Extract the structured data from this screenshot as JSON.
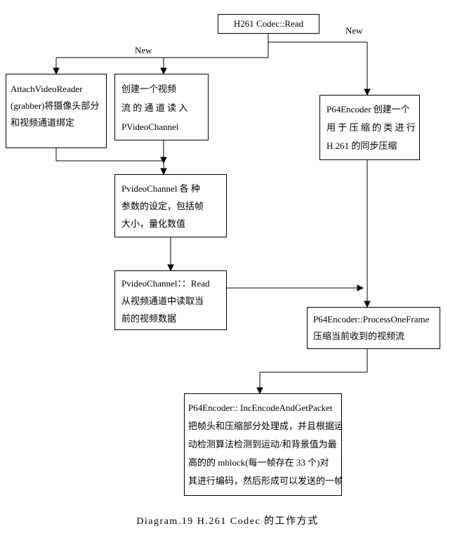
{
  "diagram": {
    "caption": "Diagram.19 H.261 Codec 的工作方式",
    "labels": {
      "new_top_right": "New",
      "new_left": "New"
    },
    "nodes": {
      "read": {
        "lines": [
          "H261 Codec::Read"
        ]
      },
      "attach": {
        "lines": [
          "AttachVideoReader",
          "(grabber)将摄像头部分",
          "和视频通道绑定"
        ]
      },
      "create_channel": {
        "lines": [
          "创建一个视频",
          "流 的 通 道 读 入",
          "PVideoChannel"
        ]
      },
      "p64_create": {
        "lines": [
          "P64Encoder 创建一个",
          "用 于 压 缩 的 类 进 行",
          "H.261 的同步压缩"
        ]
      },
      "channel_params": {
        "lines": [
          "PvideoChannel 各 种",
          "参数的设定，包括帧",
          "大小，量化数值"
        ]
      },
      "channel_read": {
        "lines": [
          "PvideoChannel：：Read",
          "从视频通道中读取当",
          "前的视频数据"
        ]
      },
      "process_frame": {
        "lines": [
          "P64Encoder::ProcessOneFrame",
          "压缩当前收到的视频流"
        ]
      },
      "inc_encode": {
        "lines": [
          "P64Encoder:: IncEncodeAndGetPacket",
          "把帧头和压缩部分处理成，并且根据运",
          "动检测算法检测到运动/和背景值为最",
          "高的的 mblock(每一帧存在 33 个)对",
          "其进行编码，然后形成可以发送的一帧"
        ]
      }
    },
    "colors": {
      "background": "#ffffff",
      "box_border": "#000000",
      "line": "#000000",
      "text": "#000000"
    }
  }
}
